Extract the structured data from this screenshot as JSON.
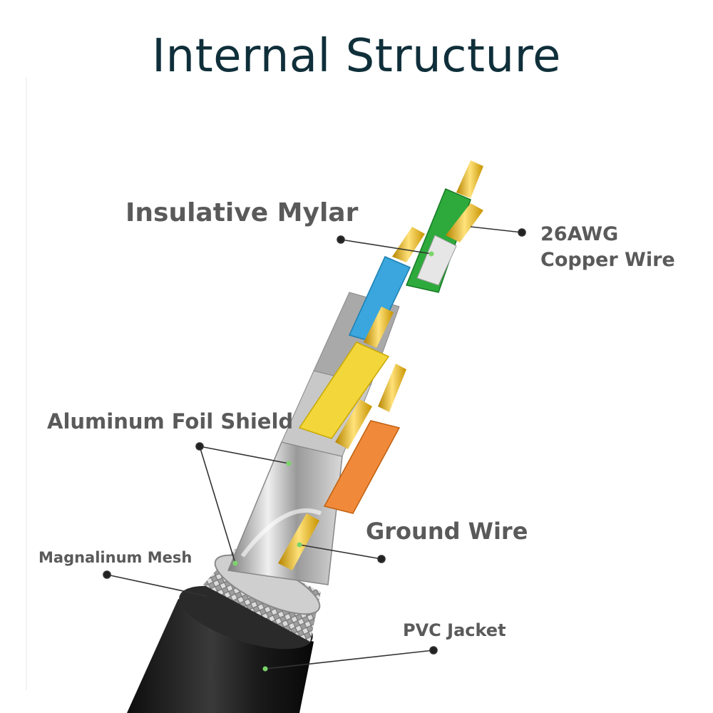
{
  "title": "Internal Structure",
  "labels": {
    "insulative_mylar": "Insulative Mylar",
    "copper_wire_line1": "26AWG",
    "copper_wire_line2": "Copper Wire",
    "aluminum_foil_shield": "Aluminum Foil Shield",
    "ground_wire": "Ground Wire",
    "magnalinum_mesh": "Magnalinum Mesh",
    "pvc_jacket": "PVC Jacket"
  },
  "colors": {
    "title": "#0f2f3a",
    "label": "#5a5a5a",
    "jacket": "#1e1e1e",
    "foil": "#b8b8b8",
    "gold": "#e0b320",
    "blue_pair": "#3aa6dd",
    "green_pair": "#2eaa3c",
    "orange_pair": "#f08a3a",
    "yellow_pair": "#f2d63a"
  }
}
